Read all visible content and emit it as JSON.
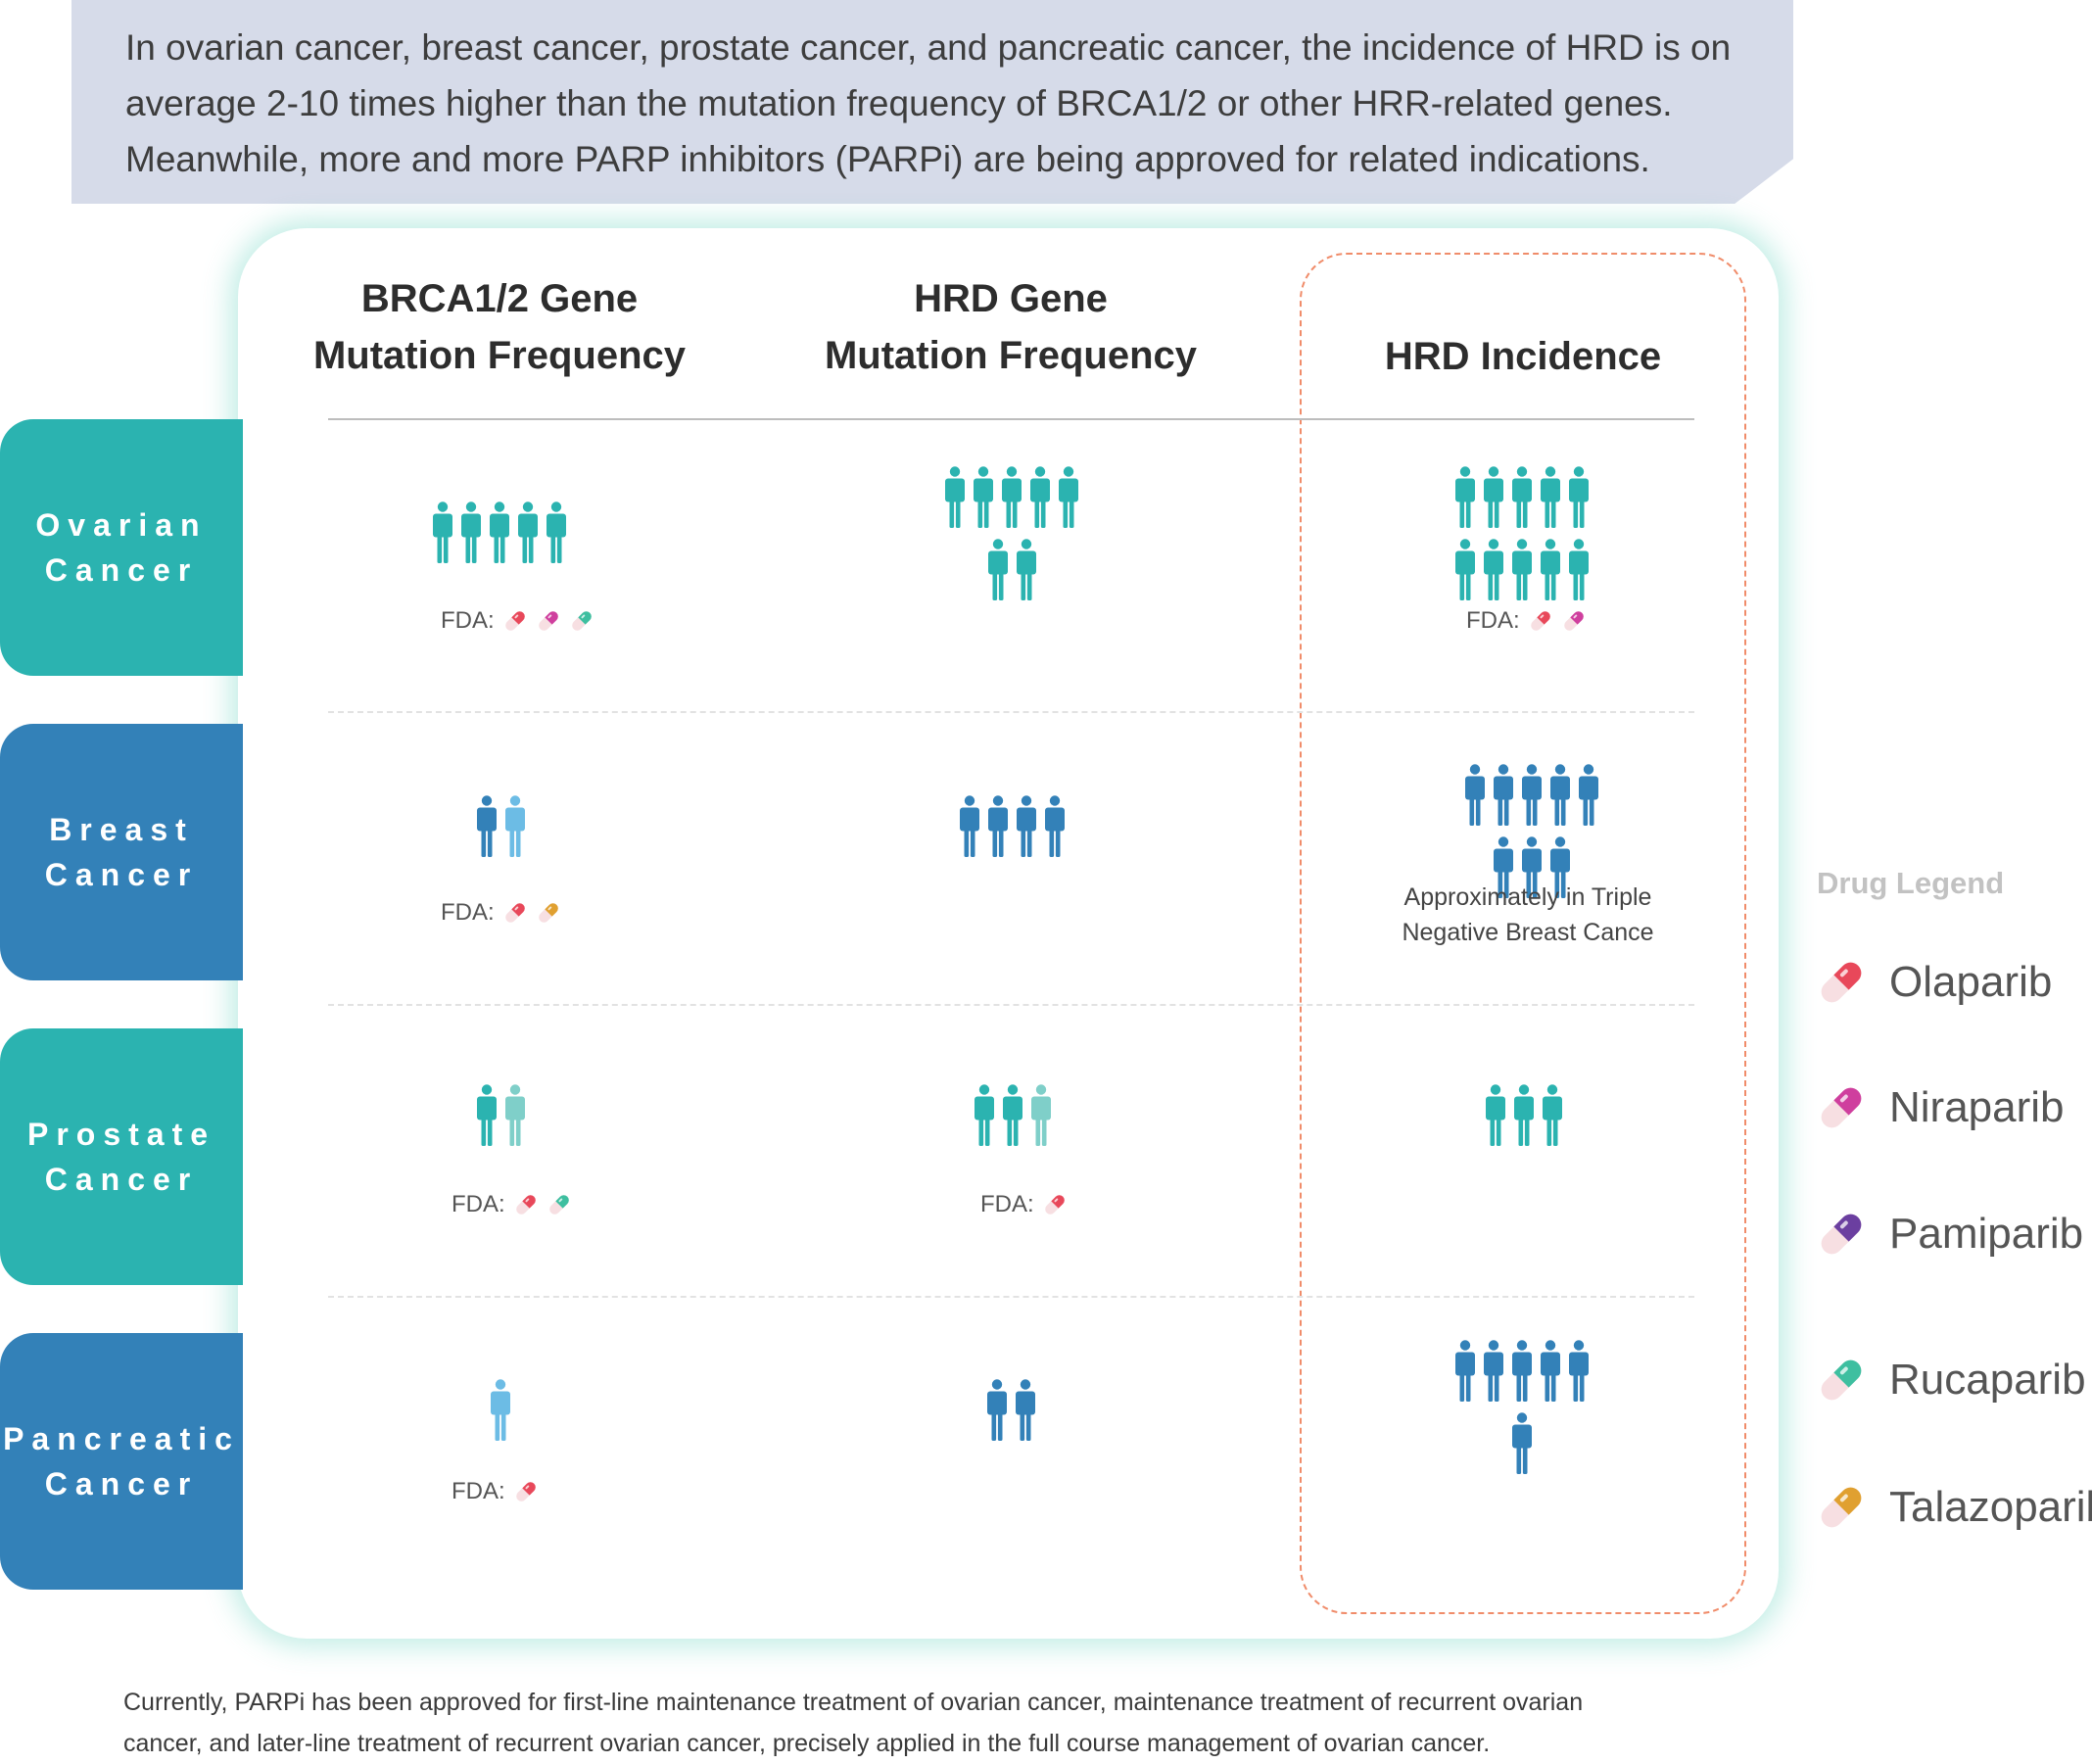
{
  "banner": {
    "lines": [
      "In ovarian cancer, breast cancer, prostate cancer, and pancreatic cancer, the incidence of HRD is on",
      "average 2-10 times higher than the mutation frequency of BRCA1/2 or other HRR-related genes.",
      "Meanwhile, more and more PARP inhibitors (PARPi) are being approved for related indications."
    ]
  },
  "columns": {
    "brca_line1": "BRCA1/2 Gene",
    "brca_line2": "Mutation Frequency",
    "hrd_mut_line1": "HRD Gene",
    "hrd_mut_line2": "Mutation Frequency",
    "hrd_incidence": "HRD Incidence"
  },
  "rows": {
    "ovarian": {
      "line1": "Ovarian",
      "line2": "Cancer"
    },
    "breast": {
      "line1": "Breast",
      "line2": "Cancer"
    },
    "prostate": {
      "line1": "Prostate",
      "line2": "Cancer"
    },
    "pancreatic": {
      "line1": "Pancreatic",
      "line2": "Cancer"
    }
  },
  "fda_label": "FDA:",
  "breast_note": {
    "line1": "Approximately in Triple",
    "line2": "Negative Breast Cance"
  },
  "icons": {
    "ovarian_brca": {
      "count": 5,
      "color": "#2bb3b0"
    },
    "ovarian_hrd_mut": {
      "count": 7,
      "color": "#2bb3b0"
    },
    "ovarian_hrd_inc": {
      "count": 10,
      "color": "#2bb3b0"
    },
    "breast_brca": {
      "count": 2,
      "color": "#3381b8",
      "partial_color": "#6cbce5"
    },
    "breast_hrd_mut": {
      "count": 4,
      "color": "#3381b8"
    },
    "breast_hrd_inc": {
      "count": 8,
      "color": "#3381b8"
    },
    "prostate_brca": {
      "count": 2,
      "color": "#2bb3b0",
      "partial_color": "#7fcfc9"
    },
    "prostate_hrd_mut": {
      "count": 3,
      "color": "#2bb3b0",
      "partial_color": "#7fcfc9"
    },
    "prostate_hrd_inc": {
      "count": 3,
      "color": "#2bb3b0"
    },
    "pancreatic_brca": {
      "count": 1,
      "color": "#6cbce5"
    },
    "pancreatic_hrd_mut": {
      "count": 2,
      "color": "#3381b8"
    },
    "pancreatic_hrd_inc": {
      "count": 6,
      "color": "#3381b8"
    }
  },
  "fda_drugs": {
    "ovarian_brca": [
      "Olaparib",
      "Niraparib",
      "Rucaparib"
    ],
    "ovarian_hrd_inc": [
      "Olaparib",
      "Niraparib"
    ],
    "breast_brca": [
      "Olaparib",
      "Talazoparib"
    ],
    "prostate_brca": [
      "Olaparib",
      "Rucaparib"
    ],
    "prostate_hrd_mut": [
      "Olaparib"
    ],
    "pancreatic_brca": [
      "Olaparib"
    ]
  },
  "legend": {
    "title": "Drug Legend",
    "items": [
      {
        "name": "Olaparib",
        "color": "#e8485a"
      },
      {
        "name": "Niraparib",
        "color": "#cf3f9e"
      },
      {
        "name": "Pamiparib",
        "color": "#6b3fa0"
      },
      {
        "name": "Rucaparib",
        "color": "#3ebfa0"
      },
      {
        "name": "Talazoparib",
        "color": "#e0a030"
      }
    ]
  },
  "footer": {
    "line1": "Currently, PARPi has been approved for first-line maintenance treatment of ovarian cancer, maintenance treatment of recurrent ovarian",
    "line2": "cancer, and later-line treatment of recurrent ovarian cancer, precisely applied in the full course management of ovarian cancer."
  }
}
